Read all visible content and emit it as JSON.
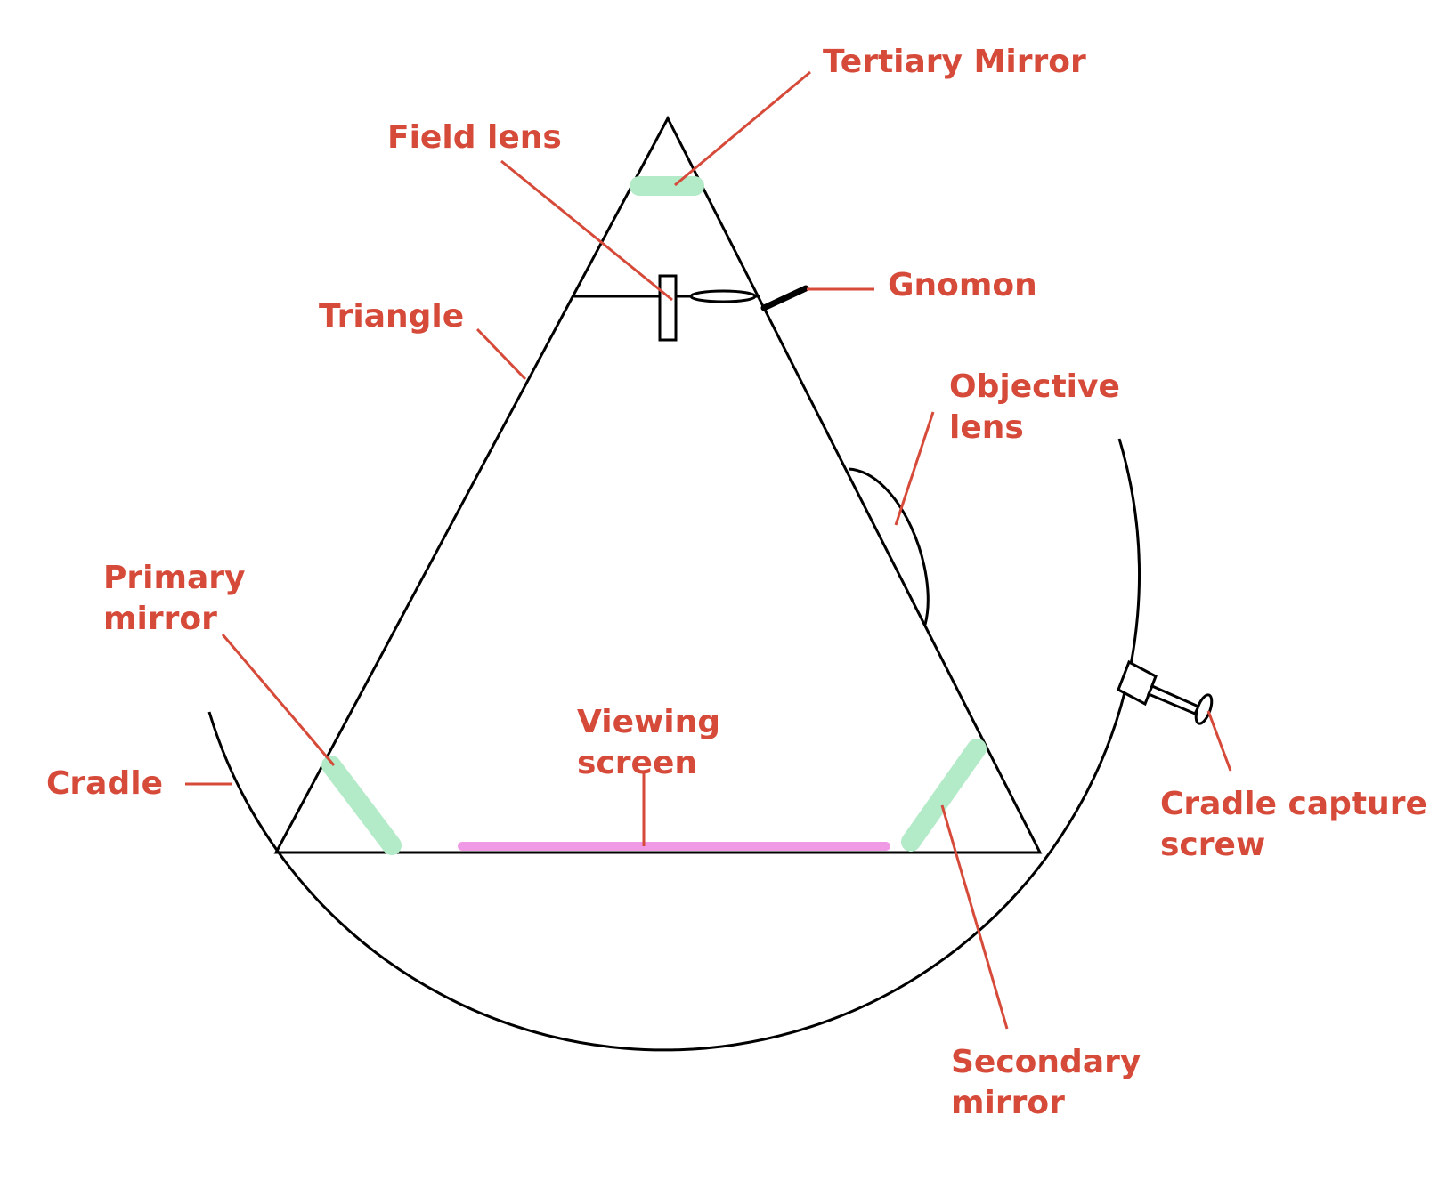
{
  "colors": {
    "label": "#d64a3a",
    "outline": "#000000",
    "mirror": "#b3ebc8",
    "screen": "#f09ae6"
  },
  "labels": {
    "tertiary_mirror": "Tertiary Mirror",
    "field_lens": "Field lens",
    "gnomon": "Gnomon",
    "triangle": "Triangle",
    "objective_lens_line1": "Objective",
    "objective_lens_line2": "lens",
    "primary_mirror_line1": "Primary",
    "primary_mirror_line2": "mirror",
    "viewing_screen_line1": "Viewing",
    "viewing_screen_line2": "screen",
    "cradle": "Cradle",
    "cradle_capture_screw_line1": "Cradle capture",
    "cradle_capture_screw_line2": "screw",
    "secondary_mirror_line1": "Secondary",
    "secondary_mirror_line2": "mirror"
  }
}
